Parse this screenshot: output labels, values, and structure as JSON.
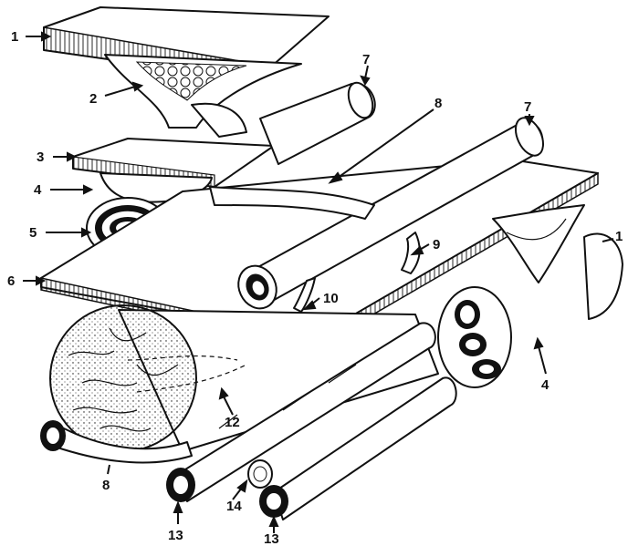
{
  "labels": {
    "l1a": "1",
    "l1b": "1",
    "l2": "2",
    "l3": "3",
    "l4a": "4",
    "l4b": "4",
    "l5": "5",
    "l6": "6",
    "l7a": "7",
    "l7b": "7",
    "l8a": "8",
    "l8b": "8",
    "l9": "9",
    "l10": "10",
    "l12": "12",
    "l13a": "13",
    "l13b": "13",
    "l14": "14"
  },
  "colors": {
    "ink": "#111111",
    "paper": "#ffffff"
  }
}
